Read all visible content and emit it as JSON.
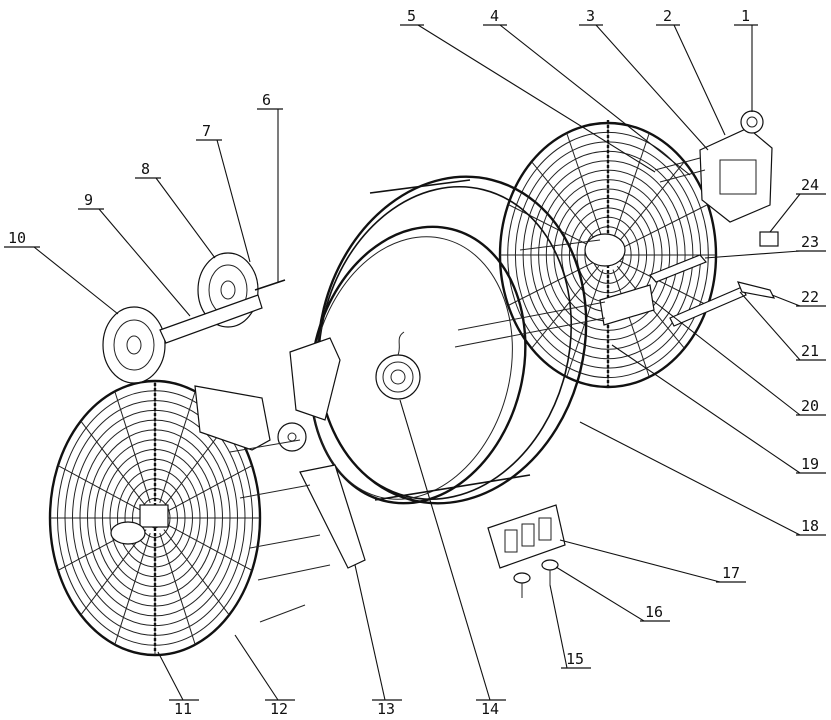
{
  "labels": [
    {
      "id": "1",
      "text": "1"
    },
    {
      "id": "2",
      "text": "2"
    },
    {
      "id": "3",
      "text": "3"
    },
    {
      "id": "4",
      "text": "4"
    },
    {
      "id": "5",
      "text": "5"
    },
    {
      "id": "6",
      "text": "6"
    },
    {
      "id": "7",
      "text": "7"
    },
    {
      "id": "8",
      "text": "8"
    },
    {
      "id": "9",
      "text": "9"
    },
    {
      "id": "10",
      "text": "10"
    },
    {
      "id": "11",
      "text": "11"
    },
    {
      "id": "12",
      "text": "12"
    },
    {
      "id": "13",
      "text": "13"
    },
    {
      "id": "14",
      "text": "14"
    },
    {
      "id": "15",
      "text": "15"
    },
    {
      "id": "16",
      "text": "16"
    },
    {
      "id": "17",
      "text": "17"
    },
    {
      "id": "18",
      "text": "18"
    },
    {
      "id": "19",
      "text": "19"
    },
    {
      "id": "20",
      "text": "20"
    },
    {
      "id": "21",
      "text": "21"
    },
    {
      "id": "22",
      "text": "22"
    },
    {
      "id": "23",
      "text": "23"
    },
    {
      "id": "24",
      "text": "24"
    }
  ]
}
